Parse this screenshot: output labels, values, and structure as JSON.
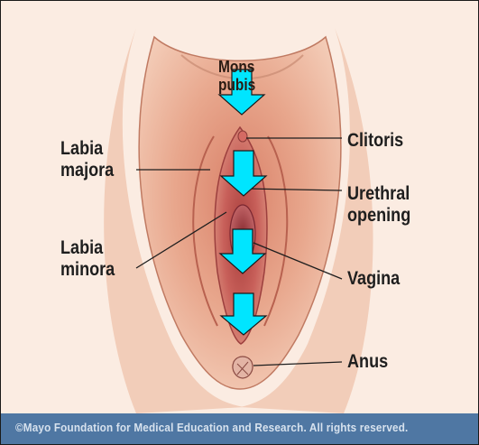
{
  "labels": {
    "mons_pubis": "Mons\npubis",
    "clitoris": "Clitoris",
    "urethral_opening": "Urethral\nopening",
    "vagina": "Vagina",
    "anus": "Anus",
    "labia_majora": "Labia\nmajora",
    "labia_minora": "Labia\nminora"
  },
  "credit": "©Mayo Foundation for Medical Education and Research.  All rights reserved.",
  "colors": {
    "arrow_fill": "#00e5ff",
    "arrow_stroke": "#1a1a1a",
    "footer_bg": "#4f77a3",
    "skin": "#e9a58a"
  }
}
